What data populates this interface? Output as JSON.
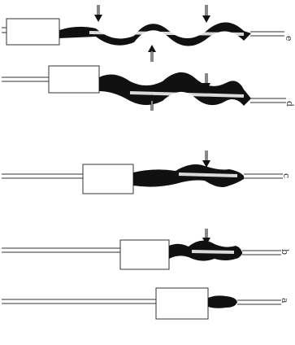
{
  "colors": {
    "ink": "#111111",
    "line": "#333333",
    "paper": "#ffffff"
  },
  "icons": {
    "arrow": "push-arrow-icon"
  },
  "labels": {
    "e": "e",
    "d": "d",
    "c": "c",
    "b": "b",
    "a": "a"
  }
}
